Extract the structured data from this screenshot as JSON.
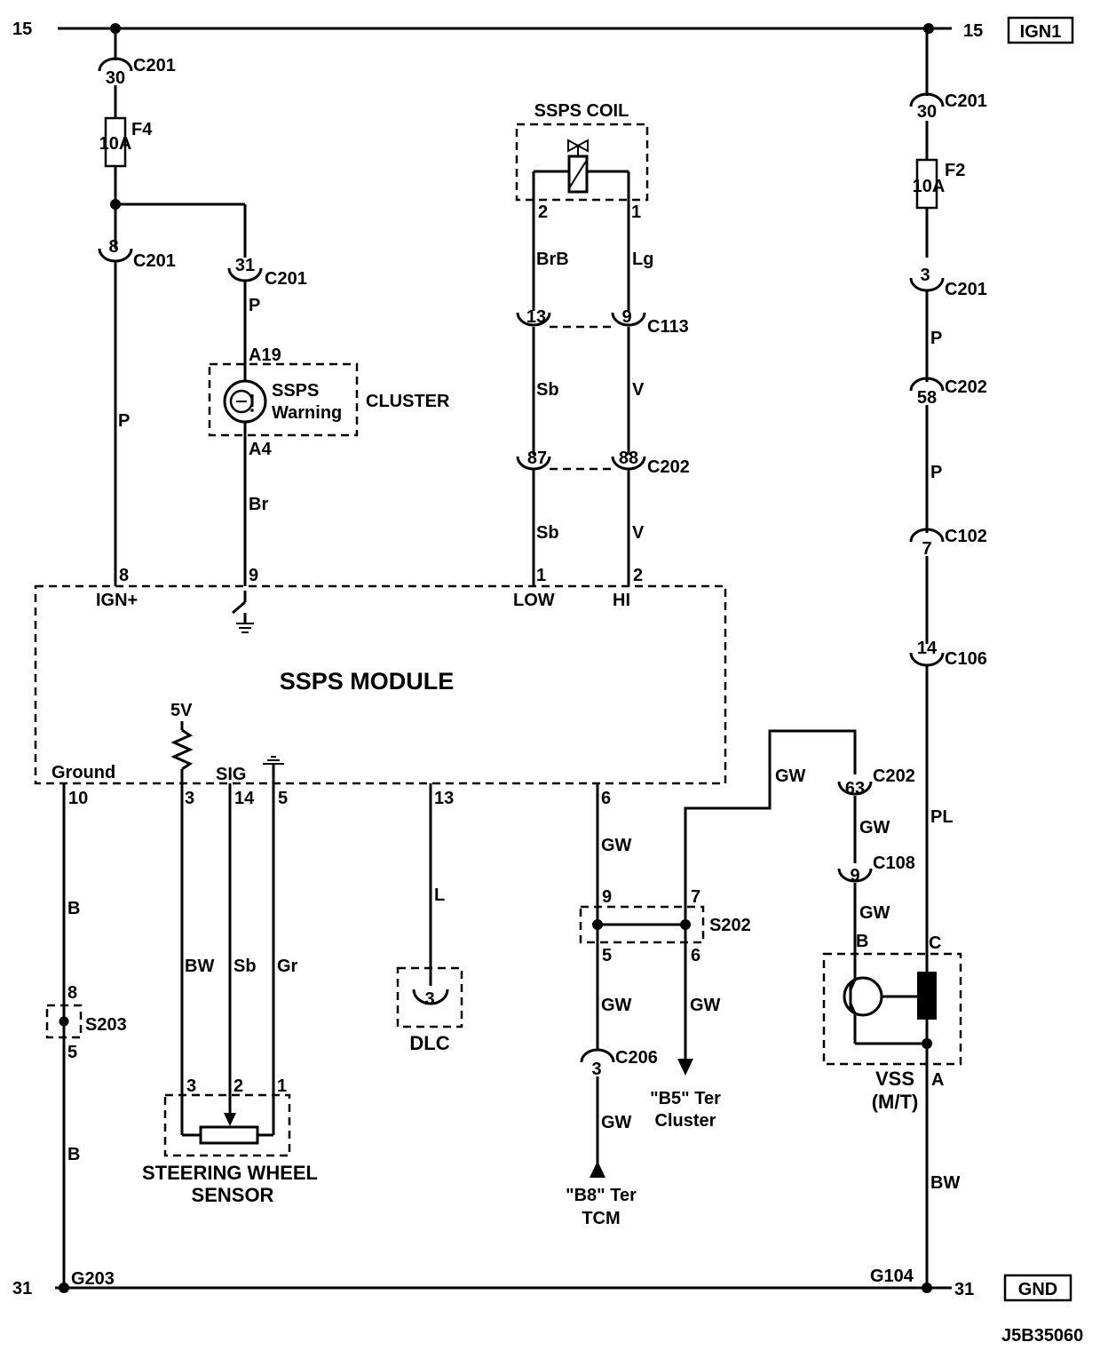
{
  "rails": {
    "top_left": "15",
    "top_right": "15",
    "top_tag": "IGN1",
    "bottom_left": "31",
    "bottom_right": "31",
    "bottom_tag": "GND",
    "ground_left": "G203",
    "ground_right": "G104"
  },
  "drawing_code": "J5B35060",
  "left_feed": {
    "conn_top_pin": "30",
    "conn_top_name": "C201",
    "fuse_name": "F4",
    "fuse_rating": "10A",
    "conn_mid_pin": "8",
    "conn_mid_name": "C201",
    "wire_color": "P",
    "module_pin": "8",
    "module_label": "IGN+"
  },
  "cluster": {
    "title": "CLUSTER",
    "lamp_line1": "SSPS",
    "lamp_line2": "Warning",
    "conn_pin": "31",
    "conn_name": "C201",
    "wire_top": "P",
    "pin_top": "A19",
    "pin_bottom": "A4",
    "wire_bottom": "Br",
    "module_pin": "9"
  },
  "coil": {
    "title": "SSPS COIL",
    "pin_left": "2",
    "pin_right": "1",
    "wire_left_1": "BrB",
    "wire_right_1": "Lg",
    "c113_left": "13",
    "c113_right": "9",
    "c113_name": "C113",
    "wire_left_2": "Sb",
    "wire_right_2": "V",
    "c202_left": "87",
    "c202_right": "88",
    "c202_name": "C202",
    "wire_left_3": "Sb",
    "wire_right_3": "V",
    "module_pin_low": "1",
    "module_pin_hi": "2",
    "module_label_low": "LOW",
    "module_label_hi": "HI"
  },
  "module": {
    "title": "SSPS MODULE",
    "supply_label": "5V",
    "ground_label": "Ground",
    "ground_pin": "10",
    "sig_label": "SIG",
    "pin_3": "3",
    "pin_14": "14",
    "pin_5": "5",
    "pin_13": "13",
    "pin_6": "6"
  },
  "ground_branch": {
    "wire_1": "B",
    "splice": "S203",
    "splice_pin_top": "8",
    "splice_pin_bottom": "5",
    "wire_2": "B"
  },
  "steering_sensor": {
    "title_line1": "STEERING WHEEL",
    "title_line2": "SENSOR",
    "wire_a": "BW",
    "wire_b": "Sb",
    "wire_c": "Gr",
    "pin_a": "3",
    "pin_b": "2",
    "pin_c": "1"
  },
  "dlc": {
    "wire": "L",
    "pin": "3",
    "title": "DLC"
  },
  "speed_signal": {
    "wire_1": "GW",
    "splice": "S202",
    "splice_pin_in": "9",
    "splice_pin_branch": "7",
    "splice_pin_out": "5",
    "splice_pin_cluster": "6",
    "wire_2": "GW",
    "wire_cluster": "GW",
    "c206_pin": "3",
    "c206_name": "C206",
    "wire_3": "GW",
    "tcm_line1": "\"B8\" Ter",
    "tcm_line2": "TCM",
    "cluster_line1": "\"B5\" Ter",
    "cluster_line2": "Cluster",
    "top_wire": "GW"
  },
  "right_feed": {
    "conn1_pin": "30",
    "conn1_name": "C201",
    "fuse_name": "F2",
    "fuse_rating": "10A",
    "conn2_pin": "3",
    "conn2_name": "C201",
    "wire_1": "P",
    "conn3_pin": "58",
    "conn3_name": "C202",
    "wire_2": "P",
    "conn4_pin": "7",
    "conn4_name": "C102",
    "conn5_pin": "14",
    "conn5_name": "C106",
    "wire_3": "PL",
    "vss_conn1_pin": "63",
    "vss_conn1_name": "C202",
    "vss_wire_1": "GW",
    "vss_conn2_pin": "9",
    "vss_conn2_name": "C108",
    "vss_wire_2": "GW",
    "vss_pin_b": "B",
    "vss_pin_c": "C",
    "vss_pin_a": "A",
    "vss_title_line1": "VSS",
    "vss_title_line2": "(M/T)",
    "wire_ground": "BW"
  }
}
